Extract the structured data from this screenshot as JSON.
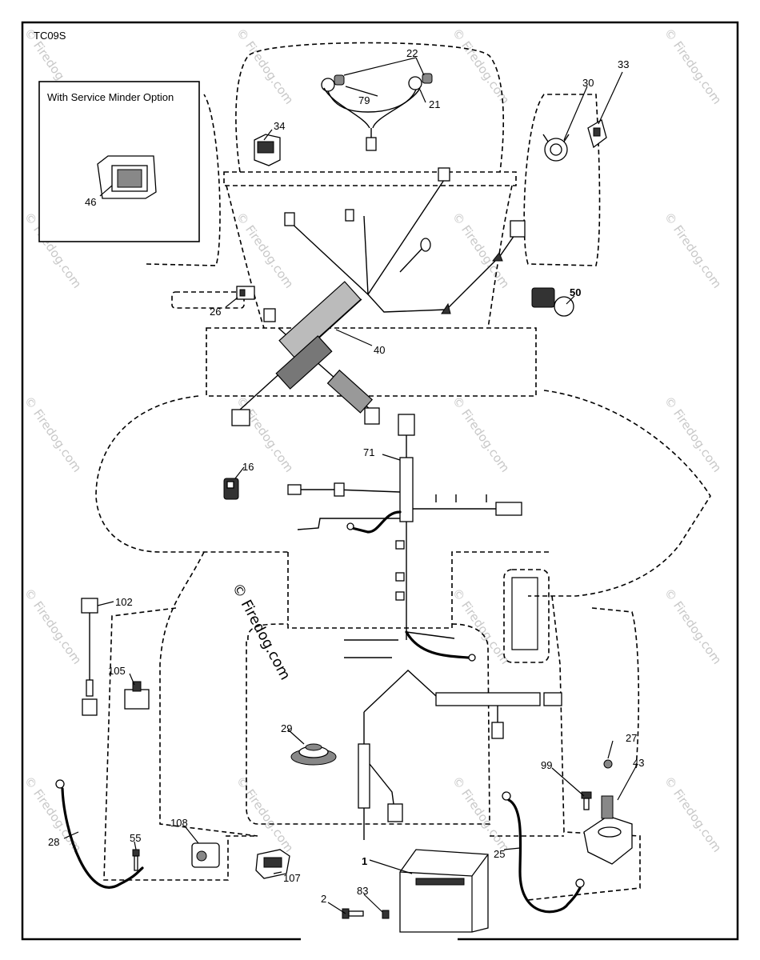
{
  "diagram_code": "TC09S",
  "inset_title": "With Service Minder Option",
  "watermark_center": "© Firedog.com",
  "watermark_tile": "© Firedog.com",
  "parts": [
    {
      "id": "p22",
      "label": "22"
    },
    {
      "id": "p79",
      "label": "79"
    },
    {
      "id": "p21",
      "label": "21"
    },
    {
      "id": "p30",
      "label": "30"
    },
    {
      "id": "p33",
      "label": "33"
    },
    {
      "id": "p34",
      "label": "34"
    },
    {
      "id": "p46",
      "label": "46"
    },
    {
      "id": "p50",
      "label": "50"
    },
    {
      "id": "p26",
      "label": "26"
    },
    {
      "id": "p40",
      "label": "40"
    },
    {
      "id": "p71",
      "label": "71"
    },
    {
      "id": "p16",
      "label": "16"
    },
    {
      "id": "p102",
      "label": "102"
    },
    {
      "id": "p105",
      "label": "105"
    },
    {
      "id": "p29",
      "label": "29"
    },
    {
      "id": "p27",
      "label": "27"
    },
    {
      "id": "p99",
      "label": "99"
    },
    {
      "id": "p43",
      "label": "43"
    },
    {
      "id": "p28",
      "label": "28"
    },
    {
      "id": "p55",
      "label": "55"
    },
    {
      "id": "p108",
      "label": "108"
    },
    {
      "id": "p107",
      "label": "107"
    },
    {
      "id": "p1",
      "label": "1"
    },
    {
      "id": "p83",
      "label": "83"
    },
    {
      "id": "p2",
      "label": "2"
    },
    {
      "id": "p25",
      "label": "25"
    }
  ]
}
